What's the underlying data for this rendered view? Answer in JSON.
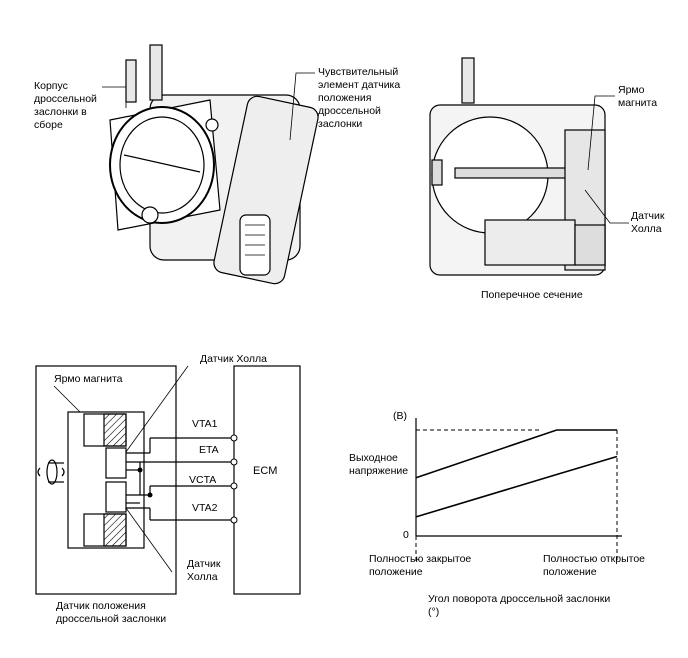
{
  "illustration": {
    "housing_label": "Корпус\nдроссельной\nзаслонки в\nсборе",
    "sensor_element_label": "Чувствительный\nэлемент датчика\nположения\nдроссельной\nзаслонки",
    "yoke_label": "Ярмо\nмагнита",
    "hall_label": "Датчик\nХолла",
    "cross_section_caption": "Поперечное сечение"
  },
  "circuit": {
    "hall_top_label": "Датчик Холла",
    "yoke_label": "Ярмо магнита",
    "hall_bottom_label": "Датчик\nХолла",
    "sensor_caption": "Датчик положения\nдроссельной заслонки",
    "ecm_label": "ECM",
    "terminals": [
      "VTA1",
      "ETA",
      "VCTA",
      "VTA2"
    ]
  },
  "graph": {
    "y_unit": "(В)",
    "y_label": "Выходное\nнапряжение",
    "y_zero": "0",
    "x_start_label": "Полностью закрытое\nположение",
    "x_end_label": "Полностью открытое\nположение",
    "x_title": "Угол поворота дроссельной заслонки\n(°)"
  },
  "chart_data": {
    "type": "line",
    "x": [
      0,
      0.7,
      1
    ],
    "series": [
      {
        "values": [
          0.55,
          1.0,
          1.0
        ]
      },
      {
        "values": [
          0.18,
          0.58,
          0.75
        ]
      }
    ],
    "xlabel": "Угол поворота дроссельной заслонки (°)",
    "ylabel": "Выходное напряжение",
    "grid": false
  }
}
